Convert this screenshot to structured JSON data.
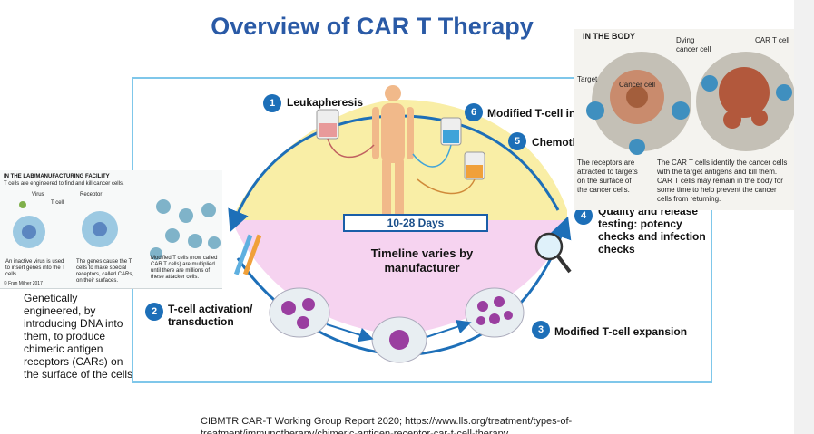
{
  "title": "Overview of CAR T Therapy",
  "steps": {
    "s1": {
      "num": "1",
      "label": "Leukapheresis"
    },
    "s2": {
      "num": "2",
      "label": "T-cell activation/ transduction"
    },
    "s3": {
      "num": "3",
      "label": "Modified T-cell expansion"
    },
    "s4": {
      "num": "4",
      "label": "Quality and release testing: potency checks and infection checks"
    },
    "s5": {
      "num": "5",
      "label": "Chemoth"
    },
    "s6": {
      "num": "6",
      "label": "Modified T-cell inf"
    }
  },
  "days": "10-28 Days",
  "timeline": "Timeline varies by manufacturer",
  "lab_panel": {
    "heading": "IN THE LAB/MANUFACTURING FACILITY",
    "subheading": "T cells are engineered to find and kill cancer cells.",
    "label_virus": "Virus",
    "label_tcell": "T cell",
    "label_receptor": "Receptor",
    "caption1": "An inactive virus is used to insert genes into the T cells.",
    "caption2": "The genes cause the T cells to make special receptors, called CARs, on their surfaces.",
    "caption3": "Modified T cells (now called CAR T cells) are multiplied until there are millions of these attacker cells.",
    "credit": "© Fran Milner 2017"
  },
  "genetically": "Genetically engineered, by introducing DNA into them, to produce chimeric antigen receptors (CARs) on the surface of the cells",
  "body_panel": {
    "heading": "IN THE BODY",
    "label_dying": "Dying cancer cell",
    "label_cart": "CAR T cell",
    "label_target": "Target",
    "label_cancer": "Cancer cell",
    "caption1": "The receptors are attracted to targets on the surface of the cancer cells.",
    "caption2": "The CAR T cells identify the cancer cells with the target antigens and kill them. CAR T cells may remain in the body for some time to help prevent the cancer cells from returning."
  },
  "citation": "CIBMTR CAR-T Working Group Report 2020; https://www.lls.org/treatment/types-of-treatment/immunotherapy/chimeric-antigen-receptor-car-t-cell-therapy",
  "colors": {
    "title": "#2a5aa6",
    "step_circle": "#1d6fb8",
    "upper_fill": "#f9eea6",
    "lower_fill": "#f6d3f0",
    "arc": "#1d6fb8",
    "frame": "#7fc7ea"
  }
}
